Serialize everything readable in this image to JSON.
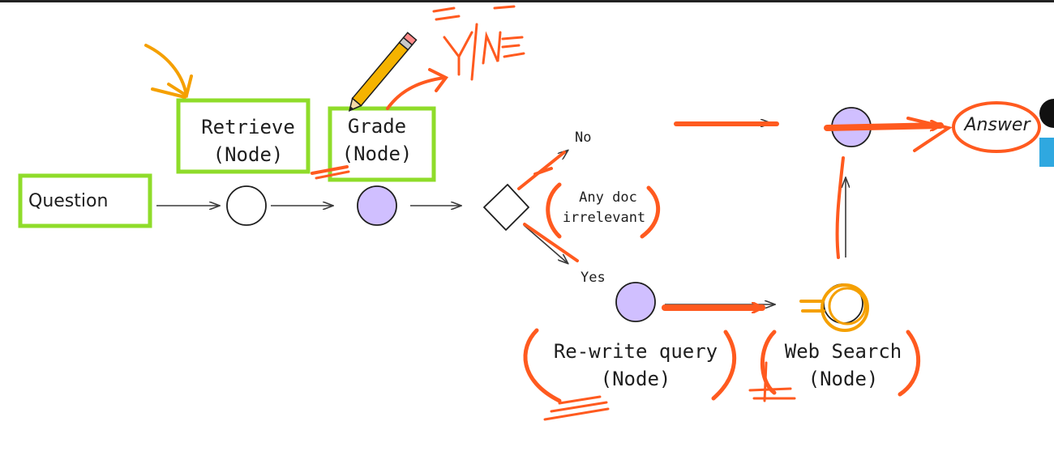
{
  "nodes": {
    "question": "Question",
    "retrieve_line1": "Retrieve",
    "retrieve_line2": "(Node)",
    "grade_line1": "Grade",
    "grade_line2": "(Node)",
    "rewrite_line1": "Re-write query",
    "rewrite_line2": "(Node)",
    "websearch_line1": "Web Search",
    "websearch_line2": "(Node)",
    "answer": "Answer"
  },
  "decision": {
    "no_label": "No",
    "yes_label": "Yes",
    "condition_line1": "Any doc",
    "condition_line2": "irrelevant"
  },
  "annotations": {
    "handwritten_top": "Y|N"
  },
  "colors": {
    "box_green": "#8fdc2a",
    "node_purple": "#d0bfff",
    "annotation_orange": "#ff5a1f",
    "arrow_gray": "#3a3a3a",
    "pencil_yellow": "#f5b300",
    "side_tab_blue": "#2fa8e0"
  },
  "icons": {
    "pencil": "pencil-icon",
    "side_widget": "chat-widget-icon"
  }
}
